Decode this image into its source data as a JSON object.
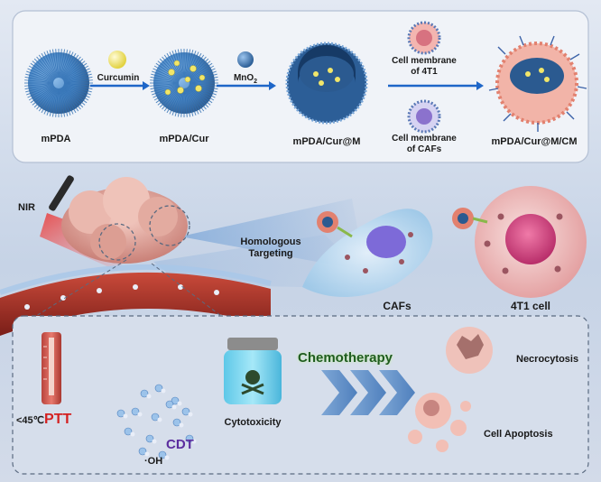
{
  "synthesis": {
    "np1_label": "mPDA",
    "np2_label": "mPDA/Cur",
    "np3_label": "mPDA/Cur@M",
    "np4_label": "mPDA/Cur@M/CM",
    "step1_reagent": "Curcumin",
    "step2_reagent": "MnO",
    "step2_reagent_sub": "2",
    "membrane_4t1_line1": "Cell membrane",
    "membrane_4t1_line2": "of 4T1",
    "membrane_cafs_line1": "Cell membrane",
    "membrane_cafs_line2": "of CAFs"
  },
  "targeting": {
    "nir_label": "NIR",
    "homologous_line1": "Homologous",
    "homologous_line2": "Targeting",
    "cafs_label": "CAFs",
    "cell_4t1_label": "4T1 cell"
  },
  "therapy": {
    "temperature": "<45℃",
    "ptt": "PTT",
    "oh": "·OH",
    "cdt": "CDT",
    "chemotherapy": "Chemotherapy",
    "cytotoxicity": "Cytotoxicity",
    "necrocytosis": "Necrocytosis",
    "apoptosis": "Cell Apoptosis"
  },
  "colors": {
    "ptt": "#d42020",
    "cdt": "#5b2d9e",
    "chemotherapy": "#1f5c1f",
    "arrow": "#1e66c8"
  }
}
